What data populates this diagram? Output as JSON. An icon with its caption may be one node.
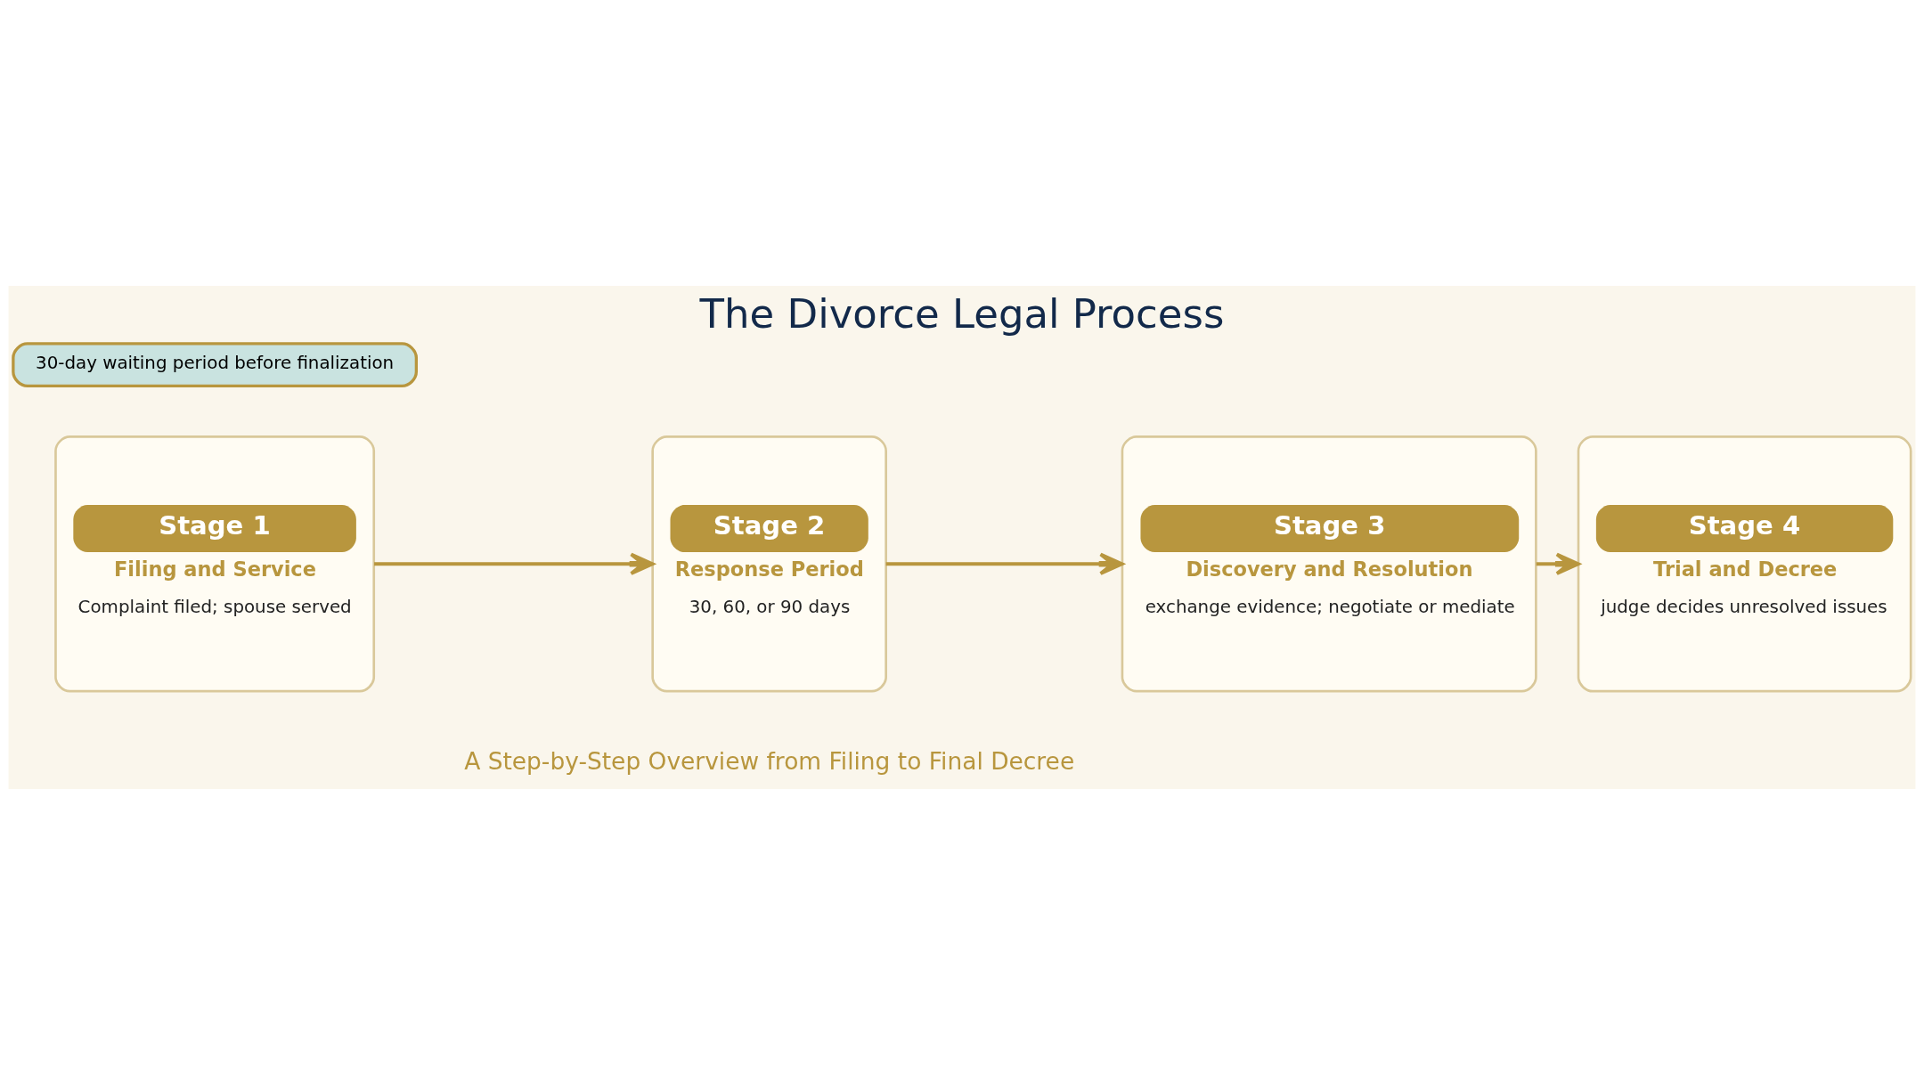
{
  "diagram": {
    "title": "The Divorce Legal Process",
    "nodes": [
      {
        "text": [
          "Stage 1",
          "Filing and Service",
          "Complaint filed; spouse served"
        ]
      },
      {
        "text": [
          "Stage 2",
          "Response Period",
          "30, 60, or 90 days"
        ]
      },
      {
        "text": [
          "Stage 3",
          "Discovery and Resolution",
          "exchange evidence; negotiate or mediate"
        ]
      },
      {
        "text": [
          "Stage 4",
          "Trial and Decree",
          "judge decides unresolved issues"
        ]
      },
      {
        "text": [
          "30-day waiting period before finalization"
        ]
      }
    ],
    "edges": [
      {
        "from": 0,
        "to": 1,
        "arrow": "to"
      },
      {
        "from": 1,
        "to": 2,
        "arrow": "to"
      },
      {
        "from": 2,
        "to": 3,
        "arrow": "to"
      }
    ],
    "labels": [
      "A Step-by-Step Overview from Filing to Final Decree"
    ]
  }
}
